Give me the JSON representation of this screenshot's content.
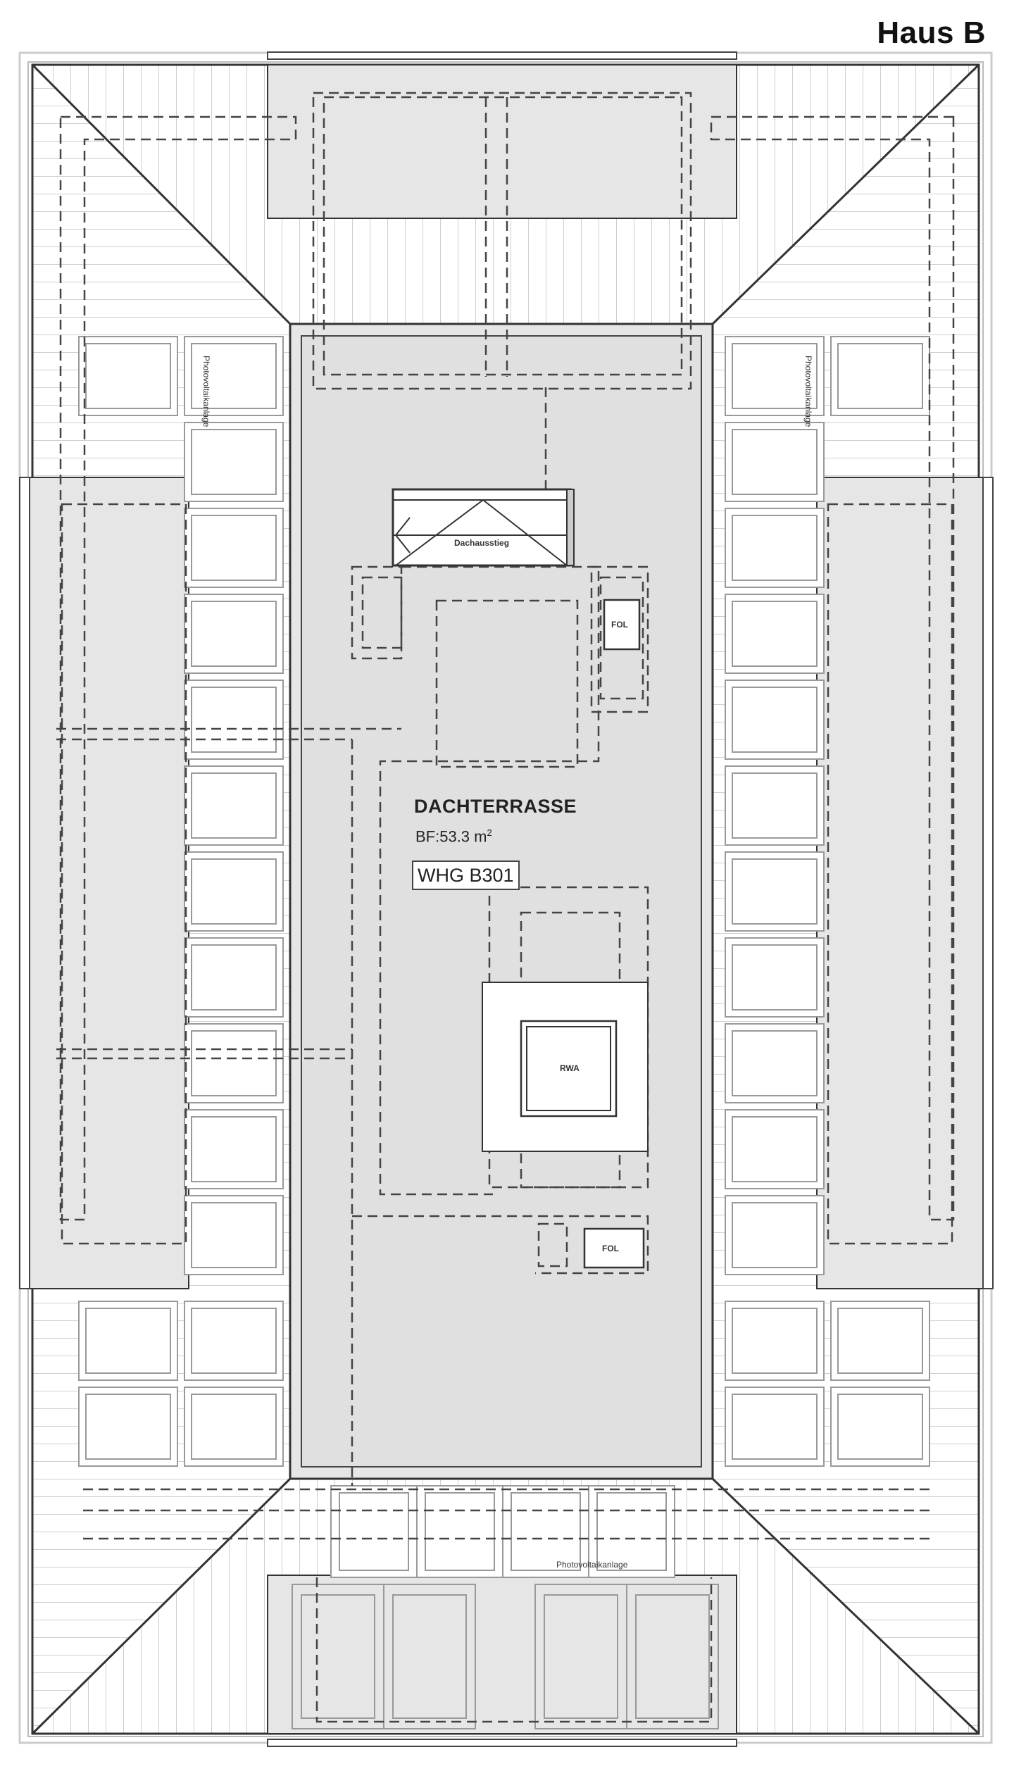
{
  "header": {
    "title": "Haus B"
  },
  "terrace": {
    "name": "DACHTERRASSE",
    "area_label": "BF:53.3 m",
    "area_unit_sup": "2",
    "unit_id": "WHG B301"
  },
  "elements": {
    "roof_hatch": "Dachausstieg",
    "fol_top": "FOL",
    "fol_bottom": "FOL",
    "smoke_vent": "RWA",
    "pv_left": "Photovoltaikanlage",
    "pv_right": "Photovoltaikanlage",
    "pv_bottom": "Photovoltaikanlage"
  },
  "colors": {
    "line": "#333333",
    "fill_grey": "#e6e6e6",
    "hatch": "#cccccc",
    "dash": "#444444"
  }
}
